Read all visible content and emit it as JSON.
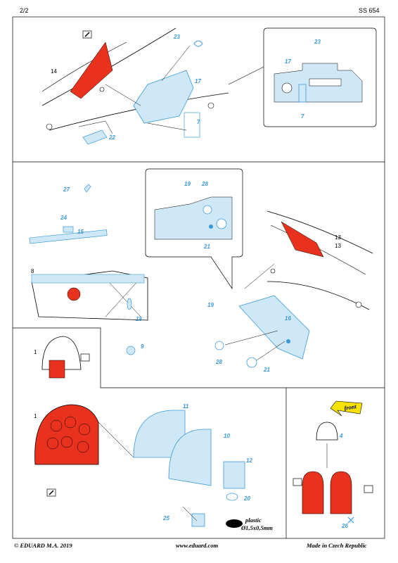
{
  "header": {
    "page": "2/2",
    "code": "SS 654"
  },
  "footer": {
    "left": "© EDUARD  M.A. 2019",
    "center": "www.eduard.com",
    "right": "Made in Czech Republic"
  },
  "part_numbers": [
    "23",
    "17",
    "7",
    "22",
    "23",
    "17",
    "7",
    "27",
    "24",
    "15",
    "19",
    "28",
    "21",
    "13",
    "18",
    "9",
    "19",
    "16",
    "28",
    "21",
    "11",
    "10",
    "12",
    "20",
    "25",
    "4",
    "26"
  ],
  "assembly_numbers": [
    "14",
    "8",
    "13",
    "1",
    "1"
  ],
  "notes": {
    "plastic": "plastic",
    "rod": "Ø1,5x0,5mm",
    "front": "front"
  },
  "colors": {
    "red": "#e8321e",
    "blue": "#3a9ad9",
    "light_blue": "#cfe8f7"
  }
}
